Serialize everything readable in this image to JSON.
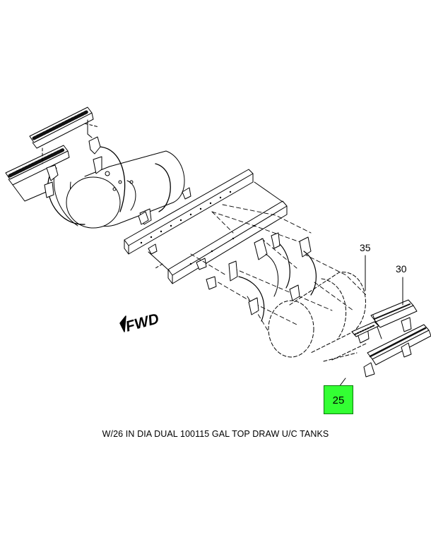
{
  "callouts": {
    "item_35": "35",
    "item_30": "30",
    "item_25": "25"
  },
  "direction_label": "FWD",
  "caption": "W/26 IN DIA DUAL 100115 GAL TOP DRAW U/C TANKS",
  "colors": {
    "highlight_fill": "#33ff33",
    "line": "#000000",
    "background": "#ffffff"
  }
}
